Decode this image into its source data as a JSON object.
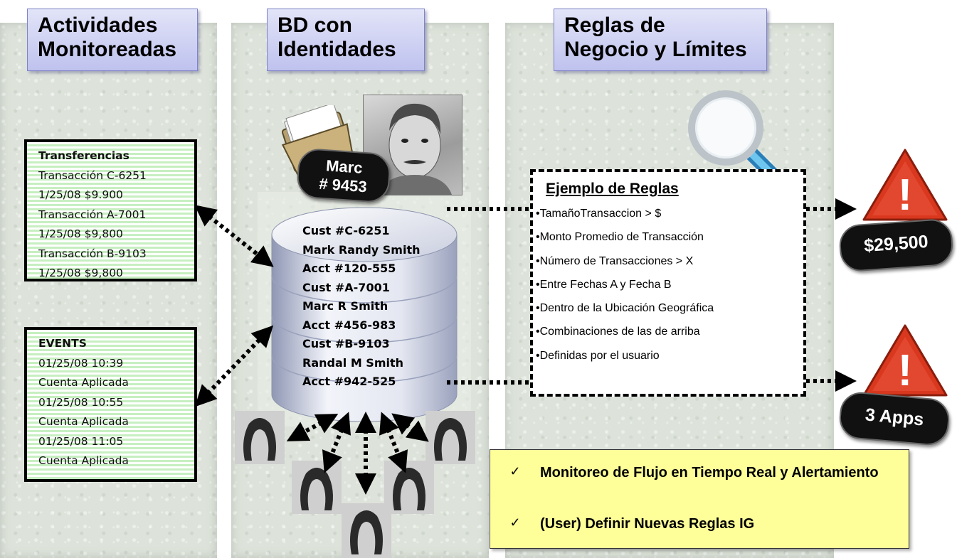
{
  "headers": {
    "col1": [
      "Actividades",
      "Monitoreadas"
    ],
    "col2": [
      "BD con",
      "Identidades"
    ],
    "col3": [
      "Reglas de",
      "Negocio y Límites"
    ]
  },
  "transfers": {
    "title": "Transferencias",
    "lines": [
      "Transacción C-6251",
      "1/25/08 $9.900",
      "Transacción A-7001",
      "1/25/08 $9,800",
      "Transacción B-9103",
      "1/25/08 $9,800"
    ]
  },
  "events": {
    "title": "EVENTS",
    "lines": [
      "01/25/08 10:39",
      "Cuenta Aplicada",
      "01/25/08 10:55",
      "Cuenta Aplicada",
      "01/25/08 11:05",
      "Cuenta Aplicada"
    ]
  },
  "identity_tag": [
    "Marc",
    "# 9453"
  ],
  "database": {
    "lines": [
      "Cust #C-6251",
      "Mark Randy Smith",
      "Acct #120-555",
      "Cust #A-7001",
      "Marc R Smith",
      "Acct #456-983",
      "Cust #B-9103",
      "Randal M Smith",
      "Acct #942-525"
    ]
  },
  "rules": {
    "title": "Ejemplo de Reglas",
    "items": [
      "•TamañoTransaccion > $",
      "•Monto Promedio de Transacción",
      "•Número de Transacciones  > X",
      "•Entre Fechas A y Fecha B",
      "•Dentro de la Ubicación Geográfica",
      "•Combinaciones de las de arriba",
      "•Definidas por el usuario"
    ]
  },
  "alerts": {
    "amount": "$29,500",
    "apps": "3 Apps",
    "alert_mark": "!"
  },
  "summary": {
    "check_mark": "✓",
    "items": [
      "Monitoreo de Flujo en Tiempo Real y Alertamiento",
      "(User) Definir Nuevas Reglas IG"
    ]
  },
  "colors": {
    "header_fill": "#c7c9f2",
    "stripe_green": "#c7efc1",
    "yellow_box": "#ffff99",
    "alert_red": "#d9381e",
    "magnifier_blue": "#3aa0d8"
  }
}
